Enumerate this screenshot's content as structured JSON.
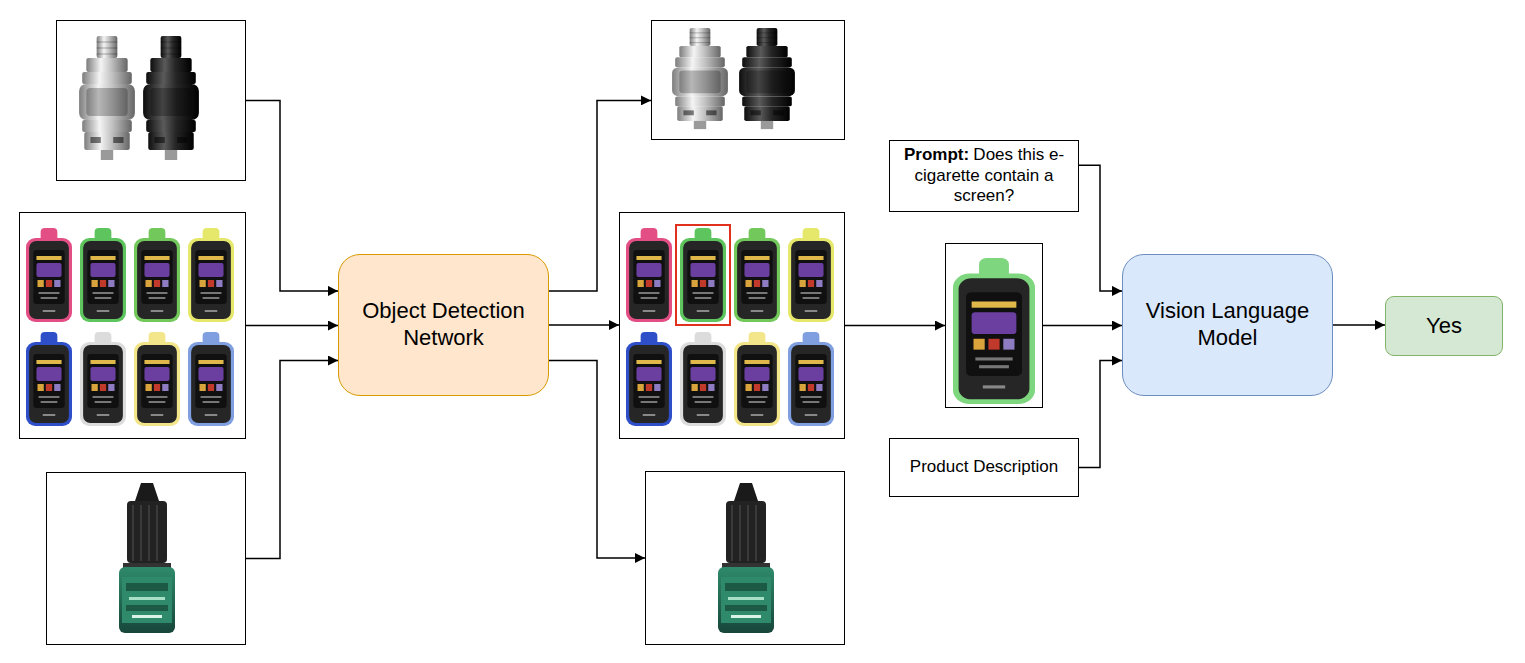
{
  "diagram": {
    "nodes": [
      {
        "text": []
      },
      {
        "text": []
      },
      {
        "text": []
      },
      {
        "text": [
          "Object Detection Network"
        ]
      },
      {
        "text": []
      },
      {
        "text": []
      },
      {
        "text": []
      },
      {
        "text": [
          "Prompt:",
          "Does this e-cigarette contain a screen?"
        ]
      },
      {
        "text": []
      },
      {
        "text": [
          "Product Description"
        ]
      },
      {
        "text": [
          "Vision Language Model"
        ]
      },
      {
        "text": [
          "Yes"
        ]
      }
    ],
    "edges": [
      {
        "from": 0,
        "to": 3,
        "arrow": "to"
      },
      {
        "from": 1,
        "to": 3,
        "arrow": "to"
      },
      {
        "from": 2,
        "to": 3,
        "arrow": "to"
      },
      {
        "from": 3,
        "to": 4,
        "arrow": "to"
      },
      {
        "from": 3,
        "to": 5,
        "arrow": "to"
      },
      {
        "from": 3,
        "to": 6,
        "arrow": "to"
      },
      {
        "from": 5,
        "to": 8,
        "arrow": "to"
      },
      {
        "from": 8,
        "to": 10,
        "arrow": "to"
      },
      {
        "from": 7,
        "to": 10,
        "arrow": "to"
      },
      {
        "from": 9,
        "to": 10,
        "arrow": "to"
      },
      {
        "from": 10,
        "to": 11,
        "arrow": "to"
      }
    ]
  }
}
